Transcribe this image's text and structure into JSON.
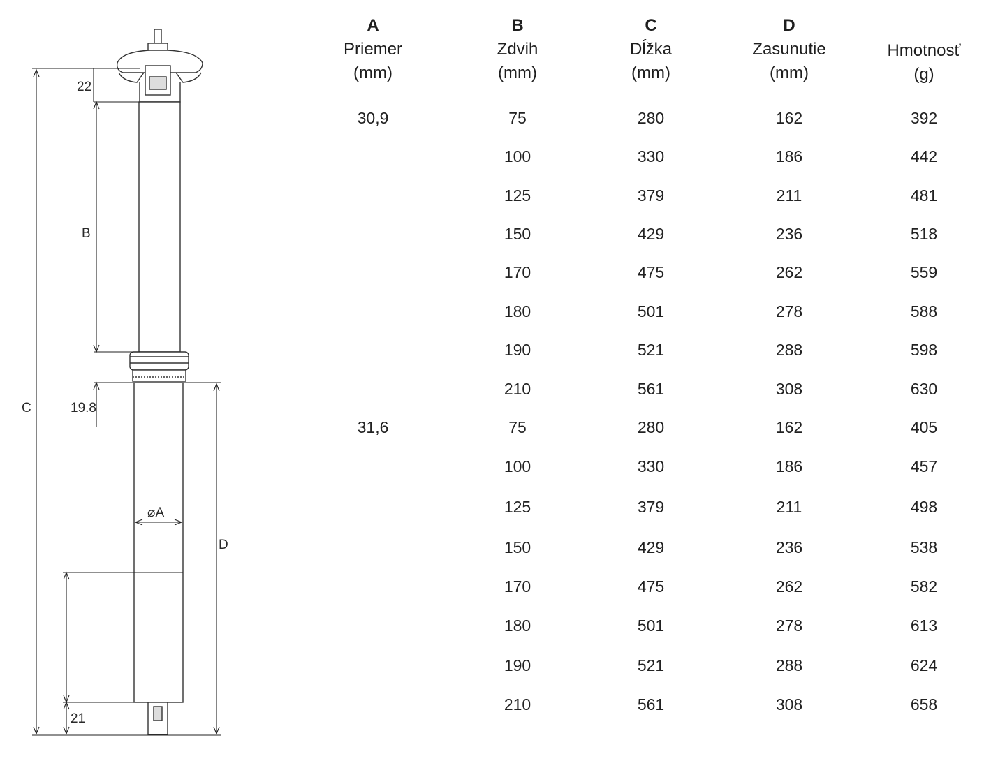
{
  "diagram": {
    "dimension_labels": {
      "top": "22",
      "stroke": "B",
      "overall": "C",
      "collar": "19.8",
      "diameter": "⌀A",
      "insertion": "D",
      "bottom": "21"
    }
  },
  "table": {
    "headers": [
      {
        "letter": "A",
        "line1": "Priemer",
        "line2": "(mm)"
      },
      {
        "letter": "B",
        "line1": "Zdvih",
        "line2": "(mm)"
      },
      {
        "letter": "C",
        "line1": "Dĺžka",
        "line2": "(mm)"
      },
      {
        "letter": "D",
        "line1": "Zasunutie",
        "line2": "(mm)"
      },
      {
        "letter": "",
        "line1": "Hmotnosť",
        "line2": "(g)"
      }
    ],
    "rows": [
      [
        "30,9",
        "75",
        "280",
        "162",
        "392"
      ],
      [
        "",
        "100",
        "330",
        "186",
        "442"
      ],
      [
        "",
        "125",
        "379",
        "211",
        "481"
      ],
      [
        "",
        "150",
        "429",
        "236",
        "518"
      ],
      [
        "",
        "170",
        "475",
        "262",
        "559"
      ],
      [
        "",
        "180",
        "501",
        "278",
        "588"
      ],
      [
        "",
        "190",
        "521",
        "288",
        "598"
      ],
      [
        "",
        "210",
        "561",
        "308",
        "630"
      ],
      [
        "31,6",
        "75",
        "280",
        "162",
        "405"
      ],
      [
        "",
        "100",
        "330",
        "186",
        "457"
      ],
      [
        "",
        "125",
        "379",
        "211",
        "498"
      ],
      [
        "",
        "150",
        "429",
        "236",
        "538"
      ],
      [
        "",
        "170",
        "475",
        "262",
        "582"
      ],
      [
        "",
        "180",
        "501",
        "278",
        "613"
      ],
      [
        "",
        "190",
        "521",
        "288",
        "624"
      ],
      [
        "",
        "210",
        "561",
        "308",
        "658"
      ]
    ]
  }
}
